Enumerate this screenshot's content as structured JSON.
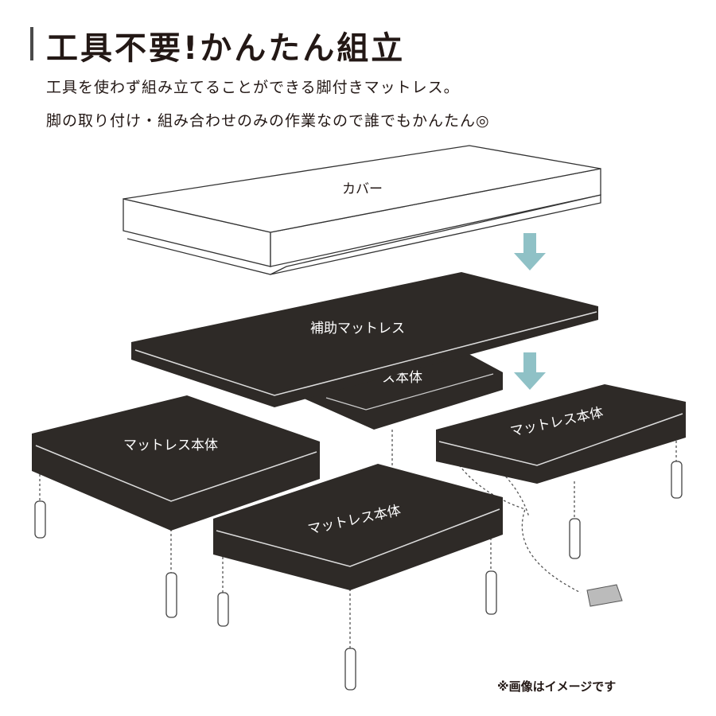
{
  "header": {
    "title": "工具不要!かんたん組立",
    "line1": "工具を使わず組み立てることができる脚付きマットレス。",
    "line2": "脚の取り付け・組み合わせのみの作業なので誰でもかんたん◎"
  },
  "diagram": {
    "cover_label": "カバー",
    "aux_label": "補助マットレス",
    "hidden_label": "ス本体",
    "mattress_left_label": "マットレス本体",
    "mattress_center_label": "マットレス本体",
    "mattress_right_label": "マットレス本体",
    "colors": {
      "mattress": "#2e2a27",
      "arrow": "#8fc1c6",
      "cover": "#ffffff"
    }
  },
  "footnote": "※画像はイメージです"
}
